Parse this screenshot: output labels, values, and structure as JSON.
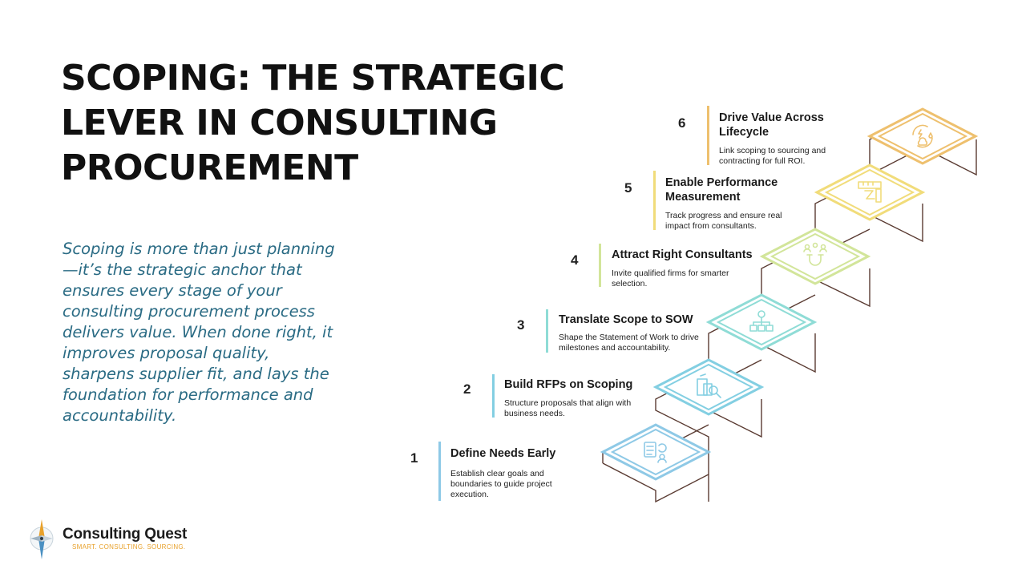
{
  "title": "SCOPING: THE STRATEGIC LEVER IN CONSULTING PROCUREMENT",
  "intro": "Scoping is more than just planning—it’s the strategic anchor that ensures every stage of your consulting procurement process delivers value. When done right, it improves proposal quality, sharpens supplier fit, and lays the foundation for performance and accountability.",
  "steps": [
    {
      "number": "1",
      "heading": "Define Needs Early",
      "description": "Establish clear goals and boundaries to guide project execution.",
      "color": "#8ec9e6",
      "icon": "checklist-icon"
    },
    {
      "number": "2",
      "heading": "Build RFPs on Scoping",
      "description": "Structure proposals that align with business needs.",
      "color": "#83cfe2",
      "icon": "document-search-icon"
    },
    {
      "number": "3",
      "heading": "Translate Scope to SOW",
      "description": "Shape the Statement of Work to drive milestones and accountability.",
      "color": "#8fdcd6",
      "icon": "hierarchy-icon"
    },
    {
      "number": "4",
      "heading": "Attract Right Consultants",
      "description": "Invite qualified firms for smarter selection.",
      "color": "#d2e59a",
      "icon": "magnet-people-icon"
    },
    {
      "number": "5",
      "heading": "Enable Performance Measurement",
      "description": "Track progress and ensure real impact from consultants.",
      "color": "#f1dc7a",
      "icon": "ruler-icon"
    },
    {
      "number": "6",
      "heading": "Drive Value Across Lifecycle",
      "description": "Link scoping to sourcing and contracting for full ROI.",
      "color": "#eec06e",
      "icon": "cycle-icon"
    }
  ],
  "logo": {
    "name": "Consulting Quest",
    "tagline": "SMART. CONSULTING. SOURCING.",
    "icon": "compass-icon"
  }
}
